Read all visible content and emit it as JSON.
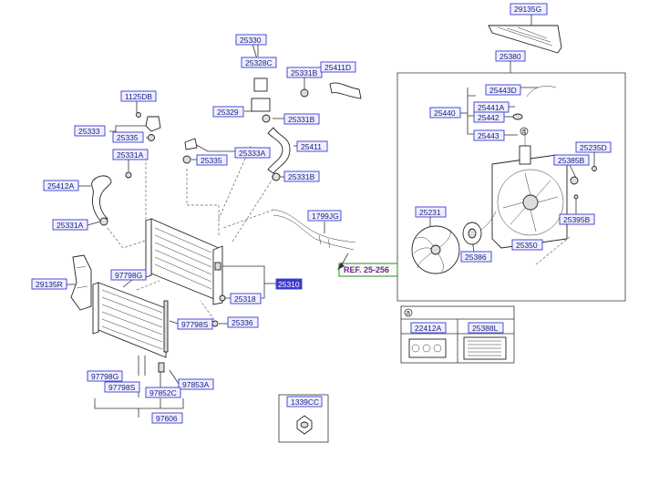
{
  "labels": {
    "p29135G": "29135G",
    "p25380": "25380",
    "p25330": "25330",
    "p25328C": "25328C",
    "p25331B_a": "25331B",
    "p25411D": "25411D",
    "p25329": "25329",
    "p25331B_b": "25331B",
    "p25411": "25411",
    "p25333A": "25333A",
    "p25335_a": "25335",
    "p25331B_c": "25331B",
    "p1125DB": "1125DB",
    "p25333": "25333",
    "p25335_b": "25335",
    "p25331A_a": "25331A",
    "p25412A": "25412A",
    "p25331A_b": "25331A",
    "p1799JG": "1799JG",
    "p25310": "25310",
    "p25318": "25318",
    "p29135R": "29135R",
    "p97798G_a": "97798G",
    "p97798S_a": "97798S",
    "p25336": "25336",
    "p97798G_b": "97798G",
    "p97798S_b": "97798S",
    "p97853A": "97853A",
    "p97852C": "97852C",
    "p97606": "97606",
    "p1339CC": "1339CC",
    "p25443D": "25443D",
    "p25441A": "25441A",
    "p25440": "25440",
    "p25442": "25442",
    "p25443": "25443",
    "p25235D": "25235D",
    "p25385B": "25385B",
    "p25395B": "25395B",
    "p25231": "25231",
    "p25386": "25386",
    "p25350": "25350",
    "p22412A": "22412A",
    "p25388L": "25388L"
  },
  "ref_label": "REF. 25-256",
  "callout_a": "a",
  "legend_a": "a"
}
